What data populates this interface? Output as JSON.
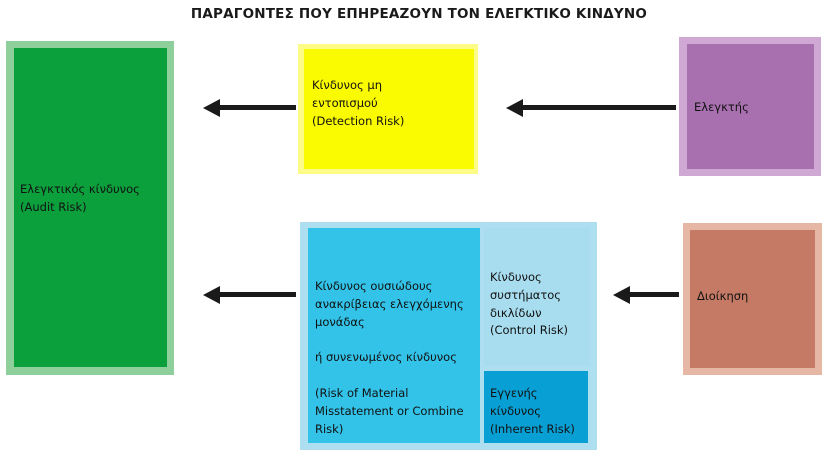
{
  "title": "ΠΑΡΑΓΟΝΤΕΣ ΠΟΥ ΕΠΗΡΕΑΖΟΥΝ ΤΟΝ ΕΛΕΓΚΤΙΚΟ ΚΙΝΔΥΝΟ",
  "nodes": {
    "audit_risk": {
      "label": "Ελεγκτικός κίνδυνος\n(Audit Risk)",
      "greek": "Ελεγκτικός κίνδυνος",
      "english": "(Audit Risk)",
      "fill": "#0CA03C",
      "border": "#8FCF9B"
    },
    "detection_risk": {
      "label": "Κίνδυνος μη\nεντοπισμού\n(Detection Risk)",
      "greek": "Κίνδυνος μη εντοπισμού",
      "english": "(Detection Risk)",
      "fill": "#FAFA00",
      "border": "#FCFC86"
    },
    "auditor": {
      "label": "Ελεγκτής",
      "english": "",
      "fill": "#A970B0",
      "border": "#CFA9D3"
    },
    "management": {
      "label": "Διοίκηση",
      "english": "",
      "fill": "#C47A65",
      "border": "#E7B7A6"
    },
    "material_misstatement_risk": {
      "label": "Κίνδυνος ουσιώδους\nανακρίβειας ελεγχόμενης\nμονάδας\n\nή συνενωμένος κίνδυνος\n\n(Risk of Material\nMisstatement or Combine\nRisk)",
      "greek": "Κίνδυνος ουσιώδους ανακρίβειας ελεγχόμενης μονάδας ή συνενωμένος κίνδυνος",
      "english": "(Risk of Material Misstatement or Combine Risk)",
      "fill": "#33C3E8",
      "border": "#ADDFF0"
    },
    "control_risk": {
      "label": "Κίνδυνος\nσυστήματος\nδικλίδων\n(Control Risk)",
      "greek": "Κίνδυνος συστήματος δικλίδων",
      "english": "(Control Risk)",
      "fill": "#A8DDF0"
    },
    "inherent_risk": {
      "label": "Εγγενής\nκίνδυνος\n(Inherent Risk)",
      "greek": "Εγγενής κίνδυνος",
      "english": "(Inherent Risk)",
      "fill": "#089FD4"
    }
  },
  "arrows": [
    {
      "name": "detection-risk-to-audit-risk",
      "from": "detection_risk",
      "to": "audit_risk",
      "direction": "left",
      "color": "#1a1a1a"
    },
    {
      "name": "auditor-to-detection-risk",
      "from": "auditor",
      "to": "detection_risk",
      "direction": "left",
      "color": "#1a1a1a"
    },
    {
      "name": "material-misstatement-risk-to-audit-risk",
      "from": "material_misstatement_risk",
      "to": "audit_risk",
      "direction": "left",
      "color": "#1a1a1a"
    },
    {
      "name": "management-to-material-misstatement-risk",
      "from": "management",
      "to": "material_misstatement_risk",
      "direction": "left",
      "color": "#1a1a1a"
    }
  ]
}
